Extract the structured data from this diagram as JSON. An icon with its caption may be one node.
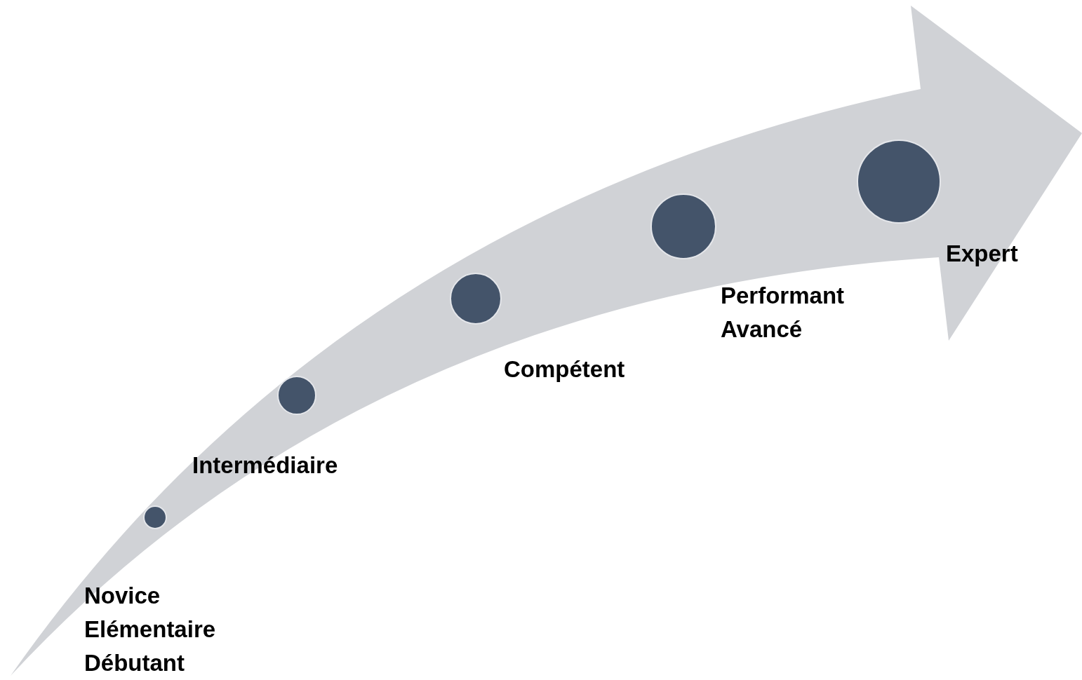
{
  "diagram": {
    "nodes": [
      {
        "text": [],
        "shape": "circle",
        "beside": [
          "Novice",
          "Elémentaire",
          "Débutant"
        ]
      },
      {
        "text": [],
        "shape": "circle",
        "beside": [
          "Intermédiaire"
        ]
      },
      {
        "text": [],
        "shape": "circle",
        "beside": [
          "Compétent"
        ]
      },
      {
        "text": [],
        "shape": "circle",
        "beside": [
          "Performant",
          "Avancé"
        ]
      },
      {
        "text": [],
        "shape": "circle",
        "beside": [
          "Expert"
        ]
      }
    ]
  }
}
